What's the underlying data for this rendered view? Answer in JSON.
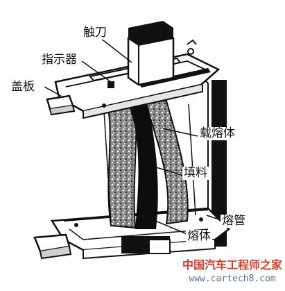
{
  "labels": {
    "chudao": "触刀",
    "zhishiqi": "指示器",
    "gaiban": "盖板",
    "zairongti": "载熔体",
    "tianliao": "填料",
    "rongguan": "熔管",
    "rongti": "熔体"
  },
  "watermark": {
    "cn": "中国汽车工程师之家",
    "url": "www.cartech8.com"
  }
}
